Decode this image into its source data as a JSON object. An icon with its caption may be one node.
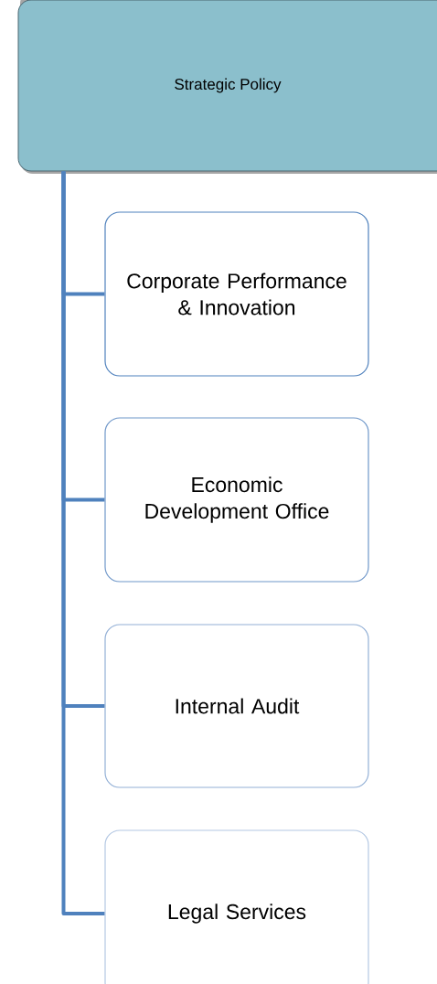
{
  "diagram": {
    "nodes": [
      {
        "text": [
          "Strategic Policy"
        ]
      },
      {
        "text": [
          "Corporate Performance & Innovation"
        ]
      },
      {
        "text": [
          "Economic Development Office"
        ]
      },
      {
        "text": [
          "Internal Audit"
        ]
      },
      {
        "text": [
          "Legal Services"
        ]
      }
    ],
    "edges": [
      {
        "from": 0,
        "to": 1,
        "arrow": "none"
      },
      {
        "from": 0,
        "to": 2,
        "arrow": "none"
      },
      {
        "from": 0,
        "to": 3,
        "arrow": "none"
      },
      {
        "from": 0,
        "to": 4,
        "arrow": "none"
      }
    ]
  }
}
